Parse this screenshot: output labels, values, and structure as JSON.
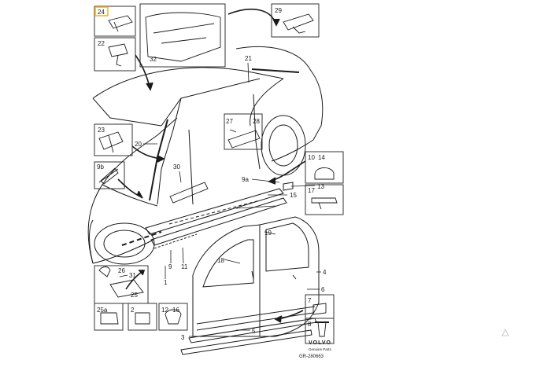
{
  "diagram": {
    "callouts": {
      "c24": "24",
      "c29": "29",
      "c22": "22",
      "c32": "32",
      "c21": "21",
      "c23": "23",
      "c20": "20",
      "c27": "27",
      "c28": "28",
      "c9b": "9b",
      "c30": "30",
      "c9a": "9a",
      "c10": "10",
      "c14": "14",
      "c13": "13",
      "c15": "15",
      "c17": "17",
      "c19": "19",
      "c18": "18",
      "c9": "9",
      "c11": "11",
      "c1": "1",
      "c26": "26",
      "c31": "31",
      "c25": "25",
      "c4": "4",
      "c6": "6",
      "c25a": "25a",
      "c2": "2",
      "c12": "12",
      "c16": "16",
      "c7": "7",
      "c3": "3",
      "c5": "5",
      "c8": "8"
    },
    "footer": {
      "brand": "VOLVO",
      "subtitle": "Genuine Parts",
      "code": "GR-280663"
    }
  },
  "colors": {
    "line": "#1a1a1a",
    "highlight": "#f2b632",
    "box": "#333333"
  },
  "icons": {
    "corner_mark": "triangle-icon"
  }
}
